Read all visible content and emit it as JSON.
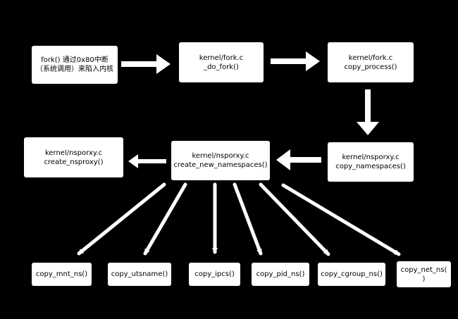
{
  "colors": {
    "background": "#000000",
    "box": "#ffffff",
    "text": "#000000",
    "arrow": "#ffffff"
  },
  "nodes": {
    "fork_trap": {
      "line1": "fork() 通过0x80中断",
      "line2": "（系统调用）来陷入内核"
    },
    "do_fork": {
      "line1": "kernel/fork.c",
      "line2": "_do_fork()"
    },
    "copy_process": {
      "line1": "kernel/fork.c",
      "line2": "copy_process()"
    },
    "copy_namespaces": {
      "line1": "kernel/nsporxy.c",
      "line2": "copy_namespaces()"
    },
    "create_new_namespaces": {
      "line1": "kernel/nsporxy.c",
      "line2": "create_new_namespaces()"
    },
    "create_nsproxy": {
      "line1": "kernel/nsporxy.c",
      "line2": "create_nsproxy()"
    },
    "copy_mnt_ns": {
      "label": "copy_mnt_ns()"
    },
    "copy_utsname": {
      "label": "copy_utsname()"
    },
    "copy_ipcs": {
      "label": "copy_ipcs()"
    },
    "copy_pid_ns": {
      "label": "copy_pid_ns()"
    },
    "copy_cgroup_ns": {
      "label": "copy_cgroup_ns()"
    },
    "copy_net_ns": {
      "line1": "copy_net_ns(",
      "line2": ")"
    }
  },
  "edges": [
    {
      "from": "fork_trap",
      "to": "do_fork",
      "style": "block"
    },
    {
      "from": "do_fork",
      "to": "copy_process",
      "style": "block"
    },
    {
      "from": "copy_process",
      "to": "copy_namespaces",
      "style": "block"
    },
    {
      "from": "copy_namespaces",
      "to": "create_new_namespaces",
      "style": "block"
    },
    {
      "from": "create_new_namespaces",
      "to": "create_nsproxy",
      "style": "block"
    },
    {
      "from": "create_new_namespaces",
      "to": "copy_mnt_ns",
      "style": "line"
    },
    {
      "from": "create_new_namespaces",
      "to": "copy_utsname",
      "style": "line"
    },
    {
      "from": "create_new_namespaces",
      "to": "copy_ipcs",
      "style": "line"
    },
    {
      "from": "create_new_namespaces",
      "to": "copy_pid_ns",
      "style": "line"
    },
    {
      "from": "create_new_namespaces",
      "to": "copy_cgroup_ns",
      "style": "line"
    },
    {
      "from": "create_new_namespaces",
      "to": "copy_net_ns",
      "style": "line"
    }
  ]
}
